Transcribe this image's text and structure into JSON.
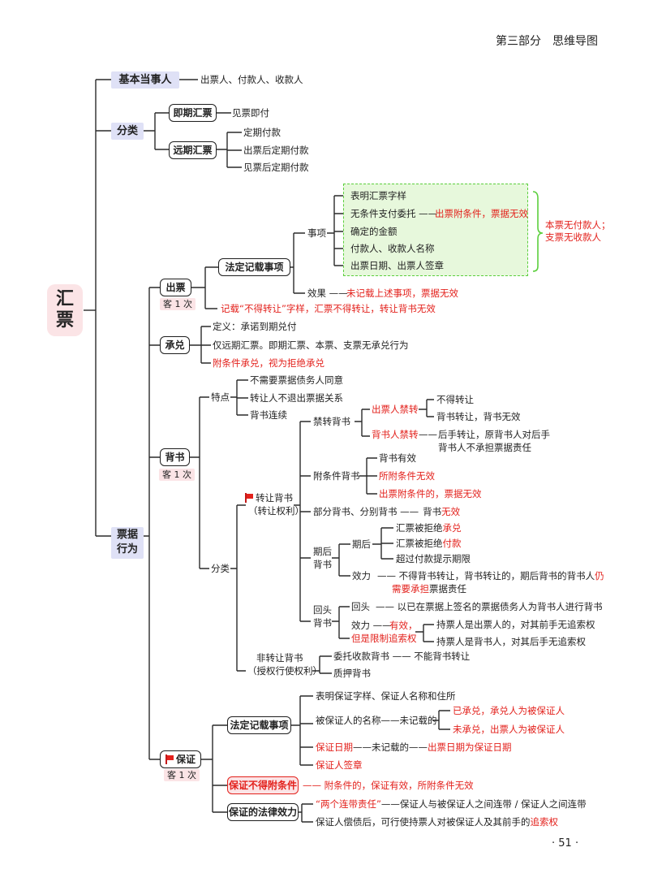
{
  "header": {
    "section": "第三部分　思维导图"
  },
  "footer": {
    "page": "· 51 ·"
  },
  "root": "汇票",
  "tag_text": "客 1 次",
  "basic": {
    "label": "基本当事人",
    "text": "出票人、付款人、收款人"
  },
  "classify": {
    "label": "分类",
    "sight": {
      "label": "即期汇票",
      "text": "见票即付"
    },
    "usance": {
      "label": "远期汇票",
      "items": [
        "定期付款",
        "出票后定期付款",
        "见票后定期付款"
      ]
    }
  },
  "acts": {
    "label_1": "票据",
    "label_2": "行为",
    "issue": {
      "label": "出票",
      "legal": {
        "label": "法定记载事项",
        "items_label": "事项",
        "items": [
          "表明汇票字样",
          "无条件支付委托 ——",
          "确定的金额",
          "付款人、收款人名称",
          "出票日期、出票人签章"
        ],
        "cond_invalid": "出票附条件，票据无效",
        "side_note_1": "本票无付款人；",
        "side_note_2": "支票无收款人",
        "effect_label": "效果 ——",
        "effect_text": "未记载上述事项，票据无效"
      },
      "no_transfer": "记载“不得转让”字样，汇票不得转让，转让背书无效"
    },
    "accept": {
      "label": "承兑",
      "def": "定义：承诺到期兑付",
      "scope": "仅远期汇票。即期汇票、本票、支票无承兑行为",
      "cond": "附条件承兑，视为拒绝承兑"
    },
    "endorse": {
      "label": "背书",
      "features_label": "特点",
      "features": [
        "不需要票据债务人同意",
        "转让人不退出票据关系",
        "背书连续"
      ],
      "types_label": "分类",
      "transfer_1": "转让背书",
      "transfer_2": "（转让权利）",
      "prohibit": {
        "label": "禁转背书",
        "drawer": "出票人禁转",
        "drawer_items": [
          "不得转让",
          "背书转让，背书无效"
        ],
        "endorser": "背书人禁转",
        "endorser_dash": "——",
        "endorser_text_1": "后手转让，原背书人对后手",
        "endorser_text_2": "背书人不承担票据责任"
      },
      "conditional": {
        "label": "附条件背书",
        "valid": "背书有效",
        "cond_invalid": "所附条件无效",
        "issue_cond": "出票附条件的，票据无效"
      },
      "partial": {
        "text": "部分背书、分别背书 ——",
        "text_a": "背书",
        "text_b": "无效"
      },
      "after": {
        "label_1": "期后",
        "label_2": "背书",
        "period_label": "期后",
        "items": [
          {
            "a": "汇票被拒绝",
            "b": "承兑"
          },
          {
            "a": "汇票被拒绝",
            "b": "付款"
          },
          {
            "a": "超过付款提示期限",
            "b": ""
          }
        ],
        "effect_label": "效力",
        "effect_1a": "—— 不得背书转让，背书转让的，期后背书的背书人",
        "effect_1b": "仍",
        "effect_2a": "需要承担",
        "effect_2b": "票据责任"
      },
      "recourse": {
        "label_1": "回头",
        "label_2": "背书",
        "back_label": "回头",
        "back_text": "—— 以已在票据上签名的票据债务人为背书人进行背书",
        "effect_label": "效力 ——",
        "effect_1": "有效，",
        "effect_2": "但是限制追索权",
        "holder_items": [
          "持票人是出票人的，对其前手无追索权",
          "持票人是背书人，对其后手无追索权"
        ]
      },
      "non_transfer_1": "非转让背书",
      "non_transfer_2": "（授权行使权利）",
      "collect": "委托收款背书 —— 不能背书转让",
      "pledge": "质押背书"
    },
    "guarantee": {
      "label": "保证",
      "legal": {
        "label": "法定记载事项",
        "item1": "表明保证字样、保证人名称和住所",
        "item2": "被保证人的名称——未记载的",
        "item2_a": "已承兑，承兑人为被保证人",
        "item2_b": "未承兑，出票人为被保证人",
        "item3_a": "保证日期",
        "item3_b": "——未记载的——",
        "item3_c": "出票日期为保证日期",
        "item4": "保证人签章"
      },
      "no_cond": {
        "label": "保证不得附条件",
        "text": "—— 附条件的，保证有效，所附条件无效"
      },
      "effect": {
        "label": "保证的法律效力",
        "text_1a": "“两个连带责任”",
        "text_1b": "——保证人与被保证人之间连带 / 保证人之间连带",
        "text_2a": "保证人偿债后，可行使持票人对被保证人及其前手的",
        "text_2b": "追索权"
      }
    }
  },
  "colors": {
    "red": "#e3211c",
    "lavender": "#dfe1f6",
    "pink": "#fbe4e6",
    "green": "#5ccf3e",
    "green_fill": "#e7f8dc"
  }
}
